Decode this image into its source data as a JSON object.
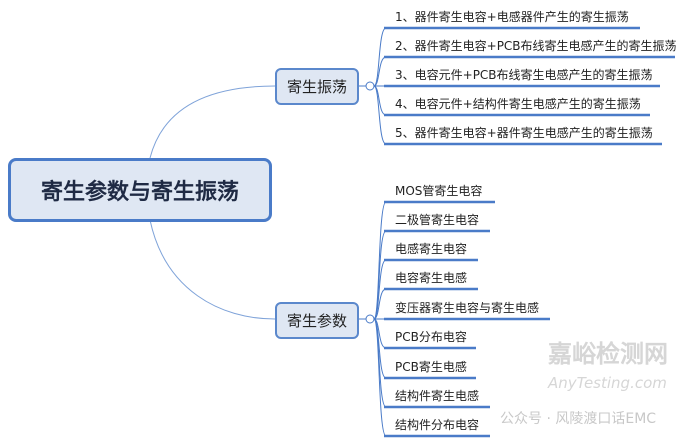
{
  "root": {
    "label": "寄生参数与寄生振荡"
  },
  "branches": [
    {
      "label": "寄生振荡",
      "children": [
        "1、器件寄生电容+电感器件产生的寄生振荡",
        "2、器件寄生电容+PCB布线寄生电感产生的寄生振荡",
        "3、电容元件+PCB布线寄生电感产生的寄生振荡",
        "4、电容元件+结构件寄生电感产生的寄生振荡",
        "5、器件寄生电容+器件寄生电感产生的寄生振荡"
      ]
    },
    {
      "label": "寄生参数",
      "children": [
        "MOS管寄生电容",
        "二极管寄生电容",
        "电感寄生电容",
        "电容寄生电感",
        "变压器寄生电容与寄生电感",
        "PCB分布电容",
        "PCB寄生电感",
        "结构件寄生电感",
        "结构件分布电容"
      ]
    }
  ],
  "watermark": {
    "account": "公众号 · 风陵渡口话EMC",
    "site": "嘉峪检测网",
    "site_en": "AnyTesting.com"
  },
  "colors": {
    "line": "#4a7bc8",
    "node_fill": "#dfe7f3"
  }
}
